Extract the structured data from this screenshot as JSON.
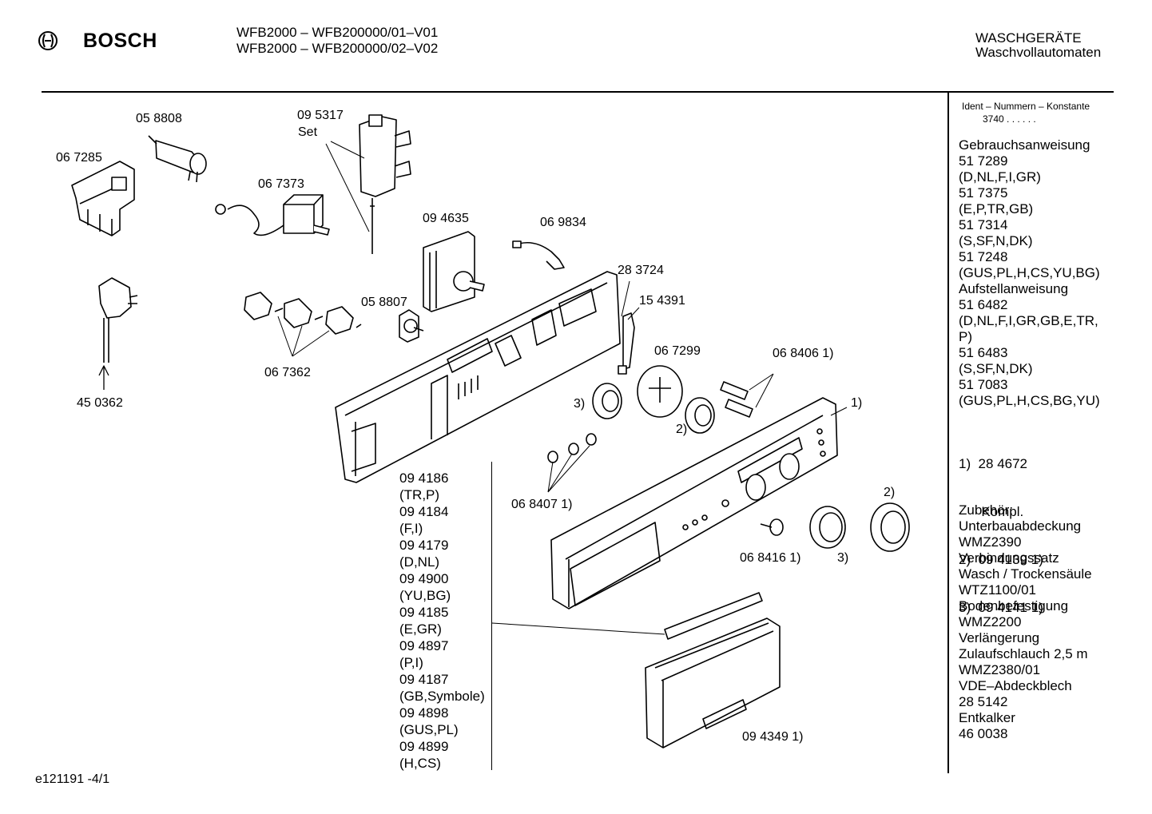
{
  "header": {
    "brand": "BOSCH",
    "model_line_1": "WFB2000 – WFB200000/01–V01",
    "model_line_2": "WFB2000 – WFB200000/02–V02",
    "category": "WASCHGERÄTE",
    "subcategory": "Waschvollautomaten"
  },
  "parts": {
    "p058808": "05 8808",
    "p067285": "06 7285",
    "p095317": "09 5317",
    "set": "Set",
    "p067373": "06 7373",
    "p094635": "09 4635",
    "p069834": "06 9834",
    "p283724": "28 3724",
    "p154391": "15 4391",
    "p058807": "05 8807",
    "p067362": "06 7362",
    "p450362": "45 0362",
    "p067299": "06 7299",
    "p068406": "06 8406 1)",
    "ref1": "1)",
    "ref3a": "3)",
    "ref2a": "2)",
    "p068407": "06 8407 1)",
    "ref2b": "2)",
    "p068416": "06 8416 1)",
    "ref3b": "3)",
    "p094349": "09 4349 1)"
  },
  "variants": [
    "09 4186",
    "(TR,P)",
    "09 4184",
    "(F,I)",
    "09 4179",
    "(D,NL)",
    "09 4900",
    "(YU,BG)",
    "09 4185",
    "(E,GR)",
    "09 4897",
    "(P,I)",
    "09 4187",
    "(GB,Symbole)",
    "09 4898",
    "(GUS,PL)",
    "09 4899",
    "(H,CS)"
  ],
  "sidebar": {
    "ident_title": "Ident – Nummern – Konstante",
    "ident_value": "3740  .  .   .  .  .  .",
    "docs": [
      "Gebrauchsanweisung",
      "51 7289",
      "(D,NL,F,I,GR)",
      "51 7375",
      "(E,P,TR,GB)",
      "51 7314",
      "(S,SF,N,DK)",
      "51 7248",
      "(GUS,PL,H,CS,YU,BG)",
      "Aufstellanweisung",
      "51 6482",
      "(D,NL,F,I,GR,GB,E,TR,",
      "P)",
      "51 6483",
      "(S,SF,N,DK)",
      "51 7083",
      "(GUS,PL,H,CS,BG,YU)"
    ],
    "footnotes": [
      "1)  28 4672",
      "      Kompl.",
      "2)  09 4139 1)",
      "3)  09 4141 1)"
    ],
    "accessories": [
      "Zubehör:",
      "Unterbauabdeckung",
      "WMZ2390",
      "Verbindungssatz",
      "Wasch / Trockensäule",
      "WTZ1100/01",
      "Bodenbefestigung",
      "WMZ2200",
      "Verlängerung",
      "Zulaufschlauch 2,5 m",
      "WMZ2380/01",
      "VDE–Abdeckblech",
      "28 5142",
      "Entkalker",
      "46 0038"
    ]
  },
  "footer": {
    "drawing_id": "e121191 -4/1"
  }
}
